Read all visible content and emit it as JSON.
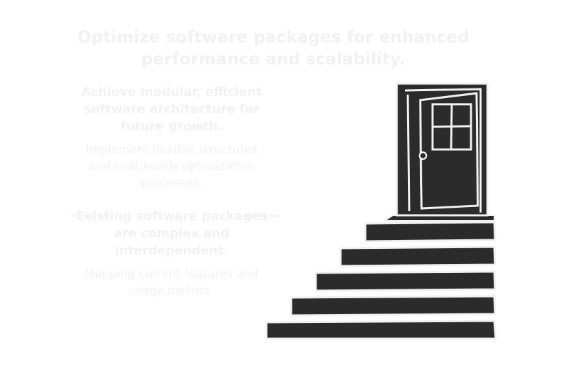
{
  "title": "Optimize software packages for enhanced performance and scalability.",
  "goal": {
    "heading": "Achieve modular, efficient software architecture for future growth.",
    "description": "Implement flexible structures and continuous optimization processes."
  },
  "current_state": {
    "heading": "Existing software packages are complex and interdependent.",
    "description": "Mapping current features and usage metrics."
  },
  "colors": {
    "ink": "#2b2b2b",
    "faint_text": "#f1f1f1",
    "background": "#ffffff"
  }
}
